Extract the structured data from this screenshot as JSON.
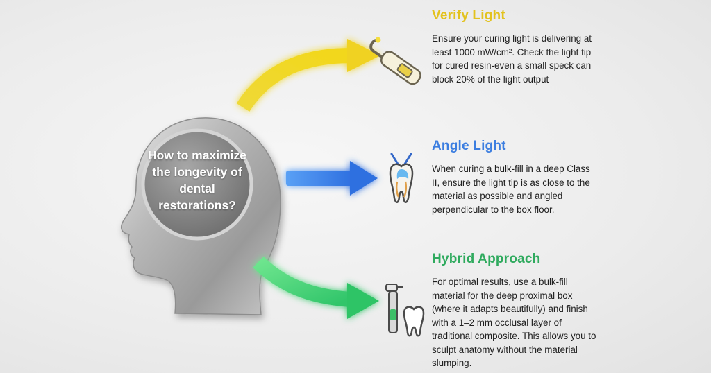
{
  "center": {
    "question": "How to maximize the longevity of dental restorations?"
  },
  "steps": [
    {
      "title": "Verify Light",
      "text": "Ensure your curing light is delivering at least 1000 mW/cm². Check the light tip for cured resin-even a small speck can block 20% of the light output",
      "icon": "curing-light-icon",
      "color": "#e3c21d"
    },
    {
      "title": "Angle Light",
      "text": "When curing a bulk-fill in a deep Class II, ensure the light tip is as close to the material as possible and angled perpendicular to the box floor.",
      "icon": "lit-tooth-icon",
      "color": "#3c7ee0"
    },
    {
      "title": "Hybrid Approach",
      "text": "For optimal results, use a bulk-fill material for the deep proximal box (where it adapts beautifully) and finish with a 1–2 mm occlusal layer of traditional composite. This allows you to sculpt anatomy without the material slumping.",
      "icon": "handpiece-and-tooth-icon",
      "color": "#2faa5e"
    }
  ]
}
